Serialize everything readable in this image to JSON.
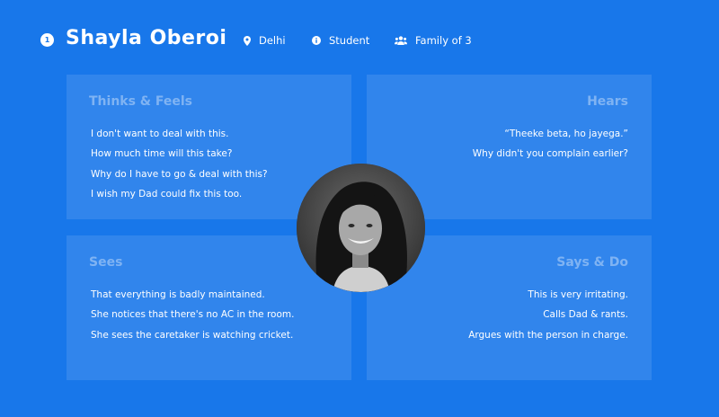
{
  "persona": {
    "number": "1",
    "name": "Shayla Oberoi",
    "location": "Delhi",
    "occupation": "Student",
    "family": "Family of 3"
  },
  "icons": {
    "location": "map-pin-icon",
    "occupation": "info-icon",
    "family": "users-icon"
  },
  "colors": {
    "background": "#1877ea",
    "text": "#ffffff"
  },
  "quadrants": {
    "thinks_feels": {
      "title": "Thinks & Feels",
      "items": [
        "I don't want to deal with this.",
        "How much time will this take?",
        "Why do I have to go & deal with this?",
        "I wish my Dad could fix this too."
      ]
    },
    "hears": {
      "title": "Hears",
      "items": [
        "“Theeke beta, ho jayega.”",
        "Why didn't you complain earlier?"
      ]
    },
    "sees": {
      "title": "Sees",
      "items": [
        "That everything is badly maintained.",
        "She notices that there's no AC in the room.",
        "She sees the caretaker is watching cricket."
      ]
    },
    "says_do": {
      "title": "Says & Do",
      "items": [
        "This is very irritating.",
        "Calls Dad & rants.",
        "Argues with the person in charge."
      ]
    }
  }
}
